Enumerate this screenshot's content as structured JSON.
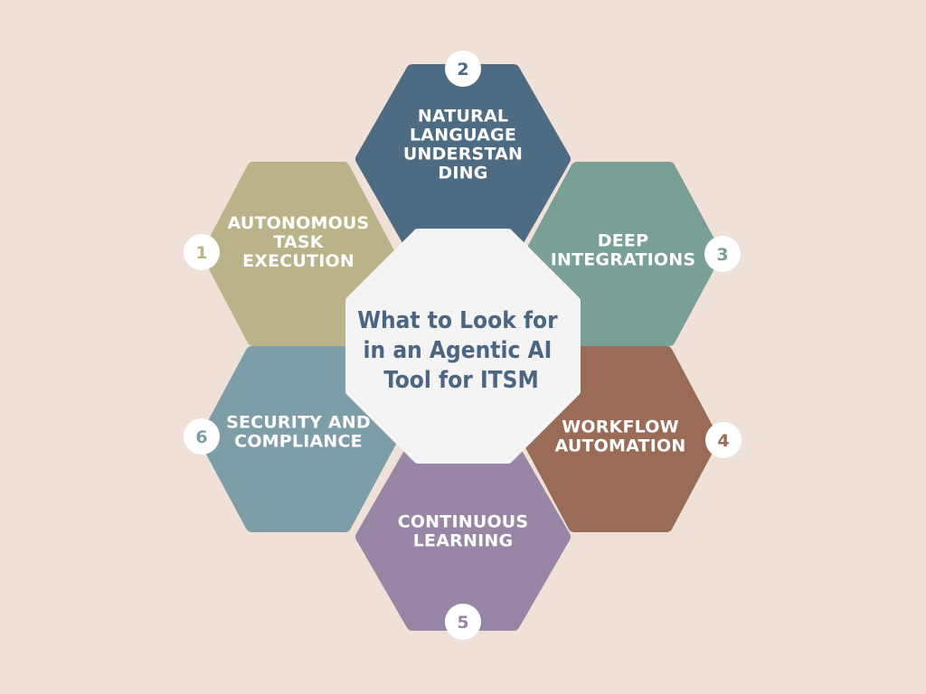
{
  "center": {
    "lines": [
      "What to Look for",
      "in an Agentic AI",
      "Tool for ITSM"
    ],
    "color": "#4b6682",
    "fill": "#f4f4f4"
  },
  "items": [
    {
      "number": "1",
      "lines": [
        "AUTONOMOUS",
        "TASK",
        "EXECUTION"
      ],
      "color": "#bab38a"
    },
    {
      "number": "2",
      "lines": [
        "NATURAL",
        "LANGUAGE",
        "UNDERSTAN",
        "DING"
      ],
      "color": "#4d6c83"
    },
    {
      "number": "3",
      "lines": [
        "DEEP",
        "INTEGRATIONS"
      ],
      "color": "#7a9f96"
    },
    {
      "number": "4",
      "lines": [
        "WORKFLOW",
        "AUTOMATION"
      ],
      "color": "#9a6b57"
    },
    {
      "number": "5",
      "lines": [
        "CONTINUOUS",
        "LEARNING"
      ],
      "color": "#9986a6"
    },
    {
      "number": "6",
      "lines": [
        "SECURITY AND",
        "COMPLIANCE"
      ],
      "color": "#7d9da8"
    }
  ]
}
